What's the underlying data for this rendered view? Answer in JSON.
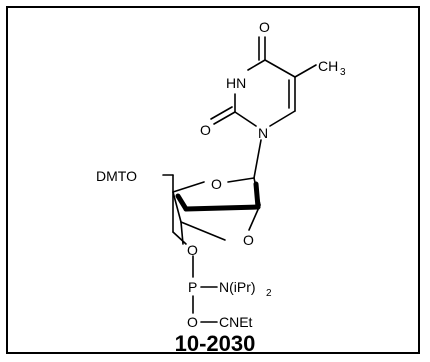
{
  "structure": {
    "atoms": {
      "carbonyl_o_top": "O",
      "n3h": "HN",
      "methyl": "CH",
      "methyl_subscript": "3",
      "carbonyl_o_left": "O",
      "n1": "N",
      "ring_o": "O",
      "dmto": "DMTO",
      "bridge_o": "O",
      "o3": "O",
      "phosphorus": "P",
      "amine": "N(iPr)",
      "amine_subscript": "2",
      "o_cne": "O",
      "cnet": "CNEt"
    },
    "catalog_number": "10-2030"
  }
}
